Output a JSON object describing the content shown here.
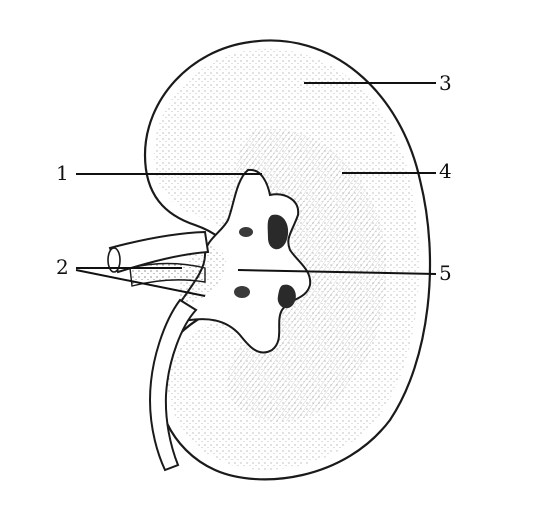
{
  "figure": {
    "subject": "kidney-section",
    "labels": [
      {
        "id": "1",
        "text": "1"
      },
      {
        "id": "2",
        "text": "2"
      },
      {
        "id": "3",
        "text": "3"
      },
      {
        "id": "4",
        "text": "4"
      },
      {
        "id": "5",
        "text": "5"
      }
    ]
  },
  "colors": {
    "ink": "#1a1a1a",
    "paper": "#ffffff",
    "shade": "#d9d9d9"
  }
}
